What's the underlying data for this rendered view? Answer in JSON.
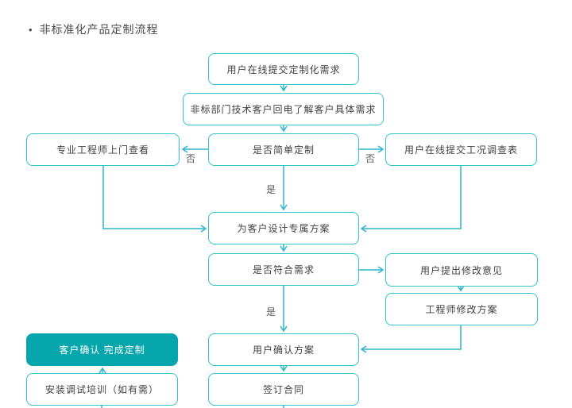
{
  "title": {
    "bullet": "•",
    "text": "非标准化产品定制流程"
  },
  "colors": {
    "node_border": "#2ec6cb",
    "connector": "#2db6cd",
    "filled_node_bg": "#06a6ac",
    "filled_node_text": "#ffffff",
    "node_text": "#404040",
    "title_text": "#4a4a4a"
  },
  "flowchart": {
    "nodes": {
      "submit_request": {
        "label": "用户在线提交定制化需求"
      },
      "callback": {
        "label": "非标部门技术客户回电了解客户具体需求"
      },
      "engineer_visit": {
        "label": "专业工程师上门查看"
      },
      "simple_custom_decision": {
        "label": "是否简单定制"
      },
      "survey_form": {
        "label": "用户在线提交工况调查表"
      },
      "design_plan": {
        "label": "为客户设计专属方案"
      },
      "meets_needs_decision": {
        "label": "是否符合需求"
      },
      "feedback": {
        "label": "用户提出修改意见"
      },
      "revise_plan": {
        "label": "工程师修改方案"
      },
      "confirm_complete": {
        "label": "客户确认 完成定制"
      },
      "confirm_plan": {
        "label": "用户确认方案"
      },
      "install_training": {
        "label": "安装调试培训（如有需）"
      },
      "sign_contract": {
        "label": "签订合同"
      }
    },
    "edge_labels": {
      "yes": "是",
      "no": "否"
    }
  }
}
